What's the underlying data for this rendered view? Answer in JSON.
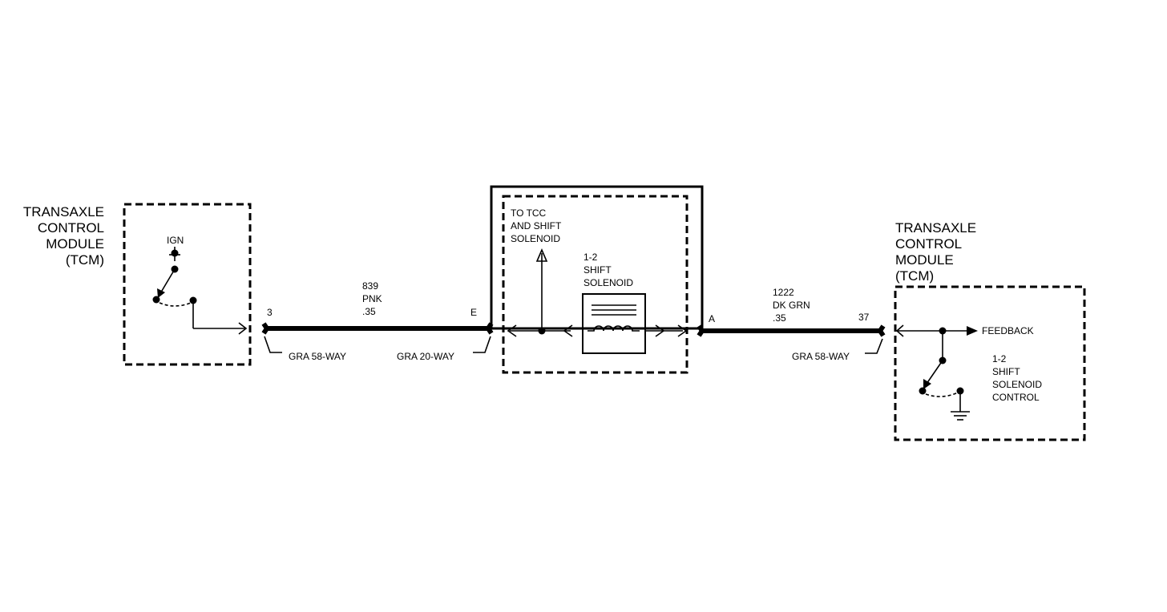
{
  "left_module": {
    "title_lines": [
      "TRANSAXLE",
      "CONTROL",
      "MODULE",
      "(TCM)"
    ],
    "ign_label": "IGN"
  },
  "right_module": {
    "title_lines": [
      "TRANSAXLE",
      "CONTROL",
      "MODULE",
      "(TCM)"
    ],
    "feedback_label": "FEEDBACK",
    "control_label_lines": [
      "1-2",
      "SHIFT",
      "SOLENOID",
      "CONTROL"
    ]
  },
  "left_wire": {
    "pin_start": "3",
    "pin_end": "E",
    "circuit_lines": [
      "839",
      "PNK",
      ".35"
    ],
    "connector_start": "GRA 58-WAY",
    "connector_end": "GRA 20-WAY"
  },
  "right_wire": {
    "pin_start": "A",
    "pin_end": "37",
    "circuit_lines": [
      "1222",
      "DK GRN",
      ".35"
    ],
    "connector": "GRA 58-WAY"
  },
  "solenoid_assembly": {
    "to_label_lines": [
      "TO TCC",
      "AND SHIFT",
      "SOLENOID"
    ],
    "solenoid_label_lines": [
      "1-2",
      "SHIFT",
      "SOLENOID"
    ]
  }
}
